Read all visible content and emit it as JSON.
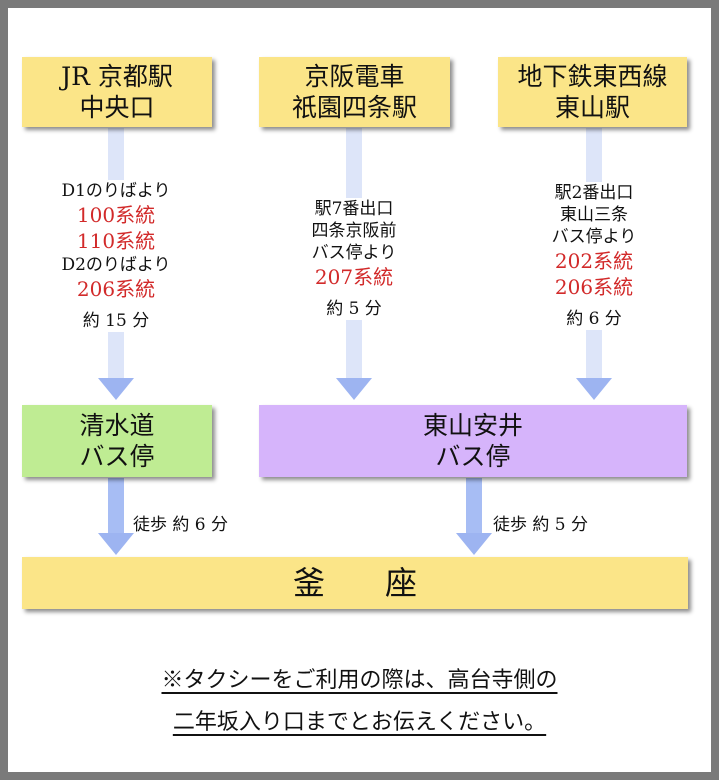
{
  "origins": [
    {
      "line1": "JR 京都駅",
      "line2": "中央口"
    },
    {
      "line1": "京阪電車",
      "line2": "祇園四条駅"
    },
    {
      "line1": "地下鉄東西線",
      "line2": "東山駅"
    }
  ],
  "route1": {
    "board1": "D1のりばより",
    "bus1": "100系統",
    "bus2": "110系統",
    "board2": "D2のりばより",
    "bus3": "206系統",
    "time": "約 15 分"
  },
  "route2": {
    "exit": "駅7番出口",
    "stop_name": "四条京阪前",
    "stop_from": "バス停より",
    "bus1": "207系統",
    "time": "約 5 分"
  },
  "route3": {
    "exit": "駅2番出口",
    "stop_name": "東山三条",
    "stop_from": "バス停より",
    "bus1": "202系統",
    "bus2": "206系統",
    "time": "約 6 分"
  },
  "stops": [
    {
      "line1": "清水道",
      "line2": "バス停"
    },
    {
      "line1": "東山安井",
      "line2": "バス停"
    }
  ],
  "walks": [
    "徒歩 約 6 分",
    "徒歩 約 5 分"
  ],
  "destination": "釜座",
  "note": {
    "line1": "※タクシーをご利用の際は、高台寺側の",
    "line2": "二年坂入り口までとお伝えください。"
  },
  "colors": {
    "origin_box": "#fbe588",
    "stop_green": "#bfec93",
    "stop_purple": "#d6b4fb",
    "bus_red": "#d22a2a",
    "arrow": "#9db4f1"
  }
}
